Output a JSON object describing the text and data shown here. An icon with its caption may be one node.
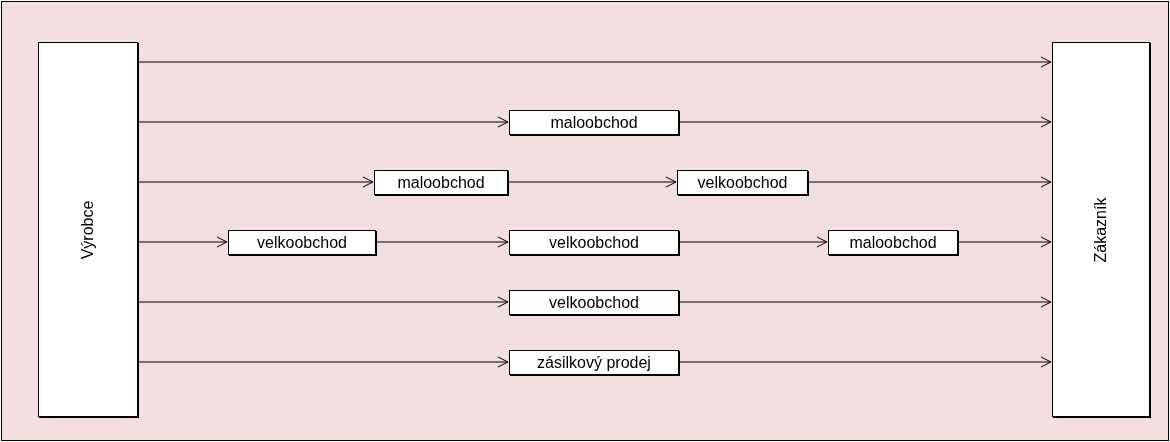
{
  "diagram": {
    "nodes": [
      {
        "text": [
          "Výrobce"
        ]
      },
      {
        "text": [
          "Zákazník"
        ]
      },
      {
        "text": [
          "maloobchod"
        ]
      },
      {
        "text": [
          "maloobchod"
        ]
      },
      {
        "text": [
          "velkoobchod"
        ]
      },
      {
        "text": [
          "velkoobchod"
        ]
      },
      {
        "text": [
          "velkoobchod"
        ]
      },
      {
        "text": [
          "maloobchod"
        ]
      },
      {
        "text": [
          "velkoobchod"
        ]
      },
      {
        "text": [
          "zásilkový prodej"
        ]
      }
    ],
    "edges": [
      {
        "from": 0,
        "to": 1,
        "arrow": "to"
      },
      {
        "from": 0,
        "to": 2,
        "arrow": "to"
      },
      {
        "from": 2,
        "to": 1,
        "arrow": "to"
      },
      {
        "from": 0,
        "to": 3,
        "arrow": "to"
      },
      {
        "from": 3,
        "to": 4,
        "arrow": "to"
      },
      {
        "from": 4,
        "to": 1,
        "arrow": "to"
      },
      {
        "from": 0,
        "to": 5,
        "arrow": "to"
      },
      {
        "from": 5,
        "to": 6,
        "arrow": "to"
      },
      {
        "from": 6,
        "to": 7,
        "arrow": "to"
      },
      {
        "from": 7,
        "to": 1,
        "arrow": "to"
      },
      {
        "from": 0,
        "to": 8,
        "arrow": "to"
      },
      {
        "from": 8,
        "to": 1,
        "arrow": "to"
      },
      {
        "from": 0,
        "to": 9,
        "arrow": "to"
      },
      {
        "from": 9,
        "to": 1,
        "arrow": "to"
      }
    ]
  }
}
